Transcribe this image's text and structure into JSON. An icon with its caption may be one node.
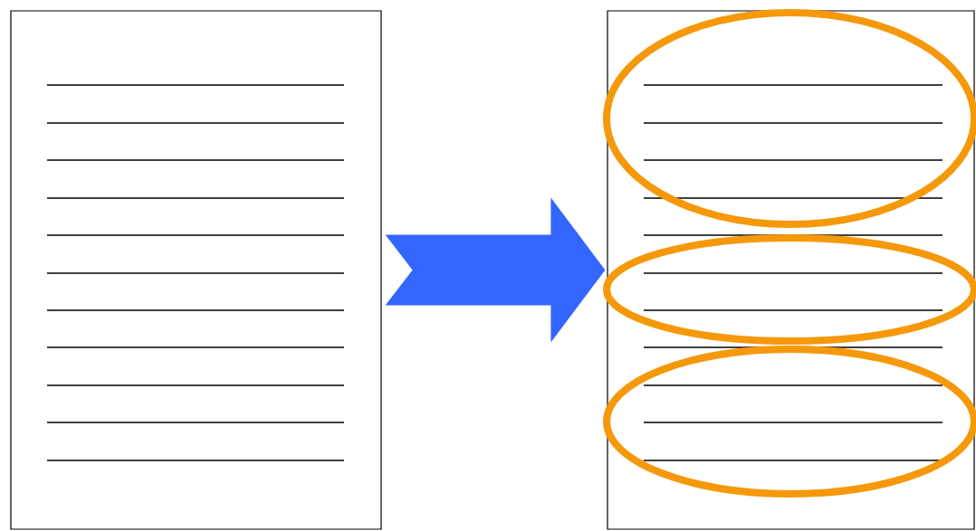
{
  "diagram": {
    "nodes": [
      {
        "text": [],
        "shape": "box"
      },
      {
        "text": [],
        "shape": "box"
      }
    ],
    "edges": [
      {
        "from": 0,
        "to": 1,
        "arrow": "to",
        "color": "#3366ff"
      }
    ]
  }
}
